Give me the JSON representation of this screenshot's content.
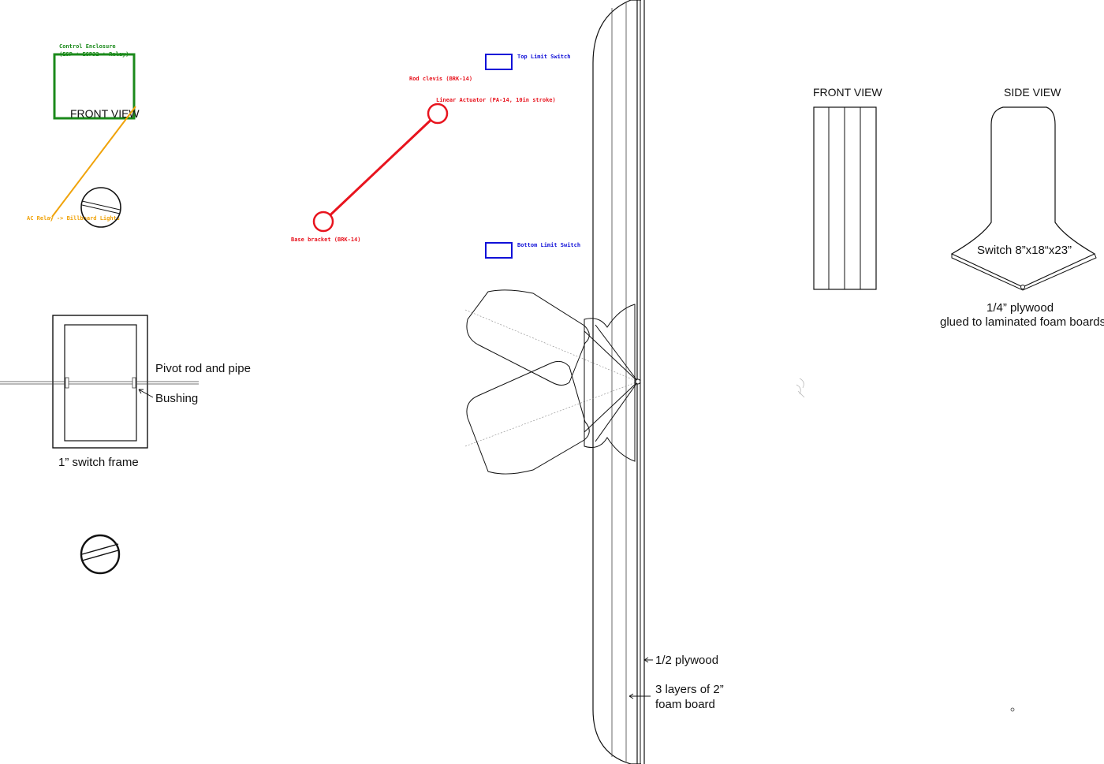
{
  "colors": {
    "ink": "#111111",
    "thin": "#444444",
    "green": "#1b8a1b",
    "orange": "#f0a30a",
    "red": "#e8141e",
    "blue": "#1010d8"
  },
  "annotations": {
    "control_enclosure": "Control Enclosure",
    "control_enclosure_sub": "(ESP + ESP32 + Relay)",
    "front_view_small": "FRONT VIEW",
    "ac_relay": "AC Relay -> Billboard Lights",
    "rod_clevis": "Rod clevis (BRK-14)",
    "linear_actuator": "Linear Actuator (PA-14, 10in stroke)",
    "base_bracket": "Base bracket (BRK-14)",
    "top_limit_switch": "Top Limit Switch",
    "bottom_limit_switch": "Bottom Limit Switch"
  },
  "labels": {
    "pivot_rod": "Pivot rod and pipe",
    "bushing": "Bushing",
    "switch_frame": "1” switch frame",
    "plywood_half": "1/2 plywood",
    "foam_line1": "3 layers of 2”",
    "foam_line2": "foam board",
    "front_view": "FRONT VIEW",
    "side_view": "SIDE VIEW",
    "switch_dims": "Switch 8”x18“x23”",
    "plywood_quarter": "1/4” plywood",
    "glued": "glued to laminated foam boards"
  }
}
